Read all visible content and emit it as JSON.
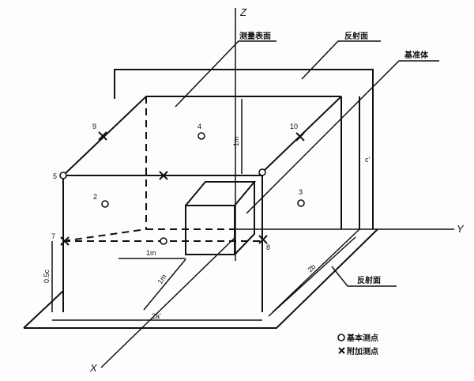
{
  "axes": {
    "z": "Z",
    "y": "Y",
    "x": "X"
  },
  "labels": {
    "measurement_surface": "测量表面",
    "reflecting_wall": "反射面",
    "reference_body": "基准体",
    "reflecting_floor": "反射面"
  },
  "points": {
    "p2": "2",
    "p3": "3",
    "p4": "4",
    "p5": "5",
    "p7": "7",
    "p8": "8",
    "p9": "9",
    "p10": "10"
  },
  "dimensions": {
    "height_1m": "1m",
    "c_prime": "c'",
    "half_c": "0.5c",
    "horizontal_1m": "1m",
    "depth_1m": "1m",
    "two_a_prime": "2a'",
    "two_b": "2b"
  },
  "legend": {
    "basic_point": "基本测点",
    "additional_point": "附加测点"
  }
}
